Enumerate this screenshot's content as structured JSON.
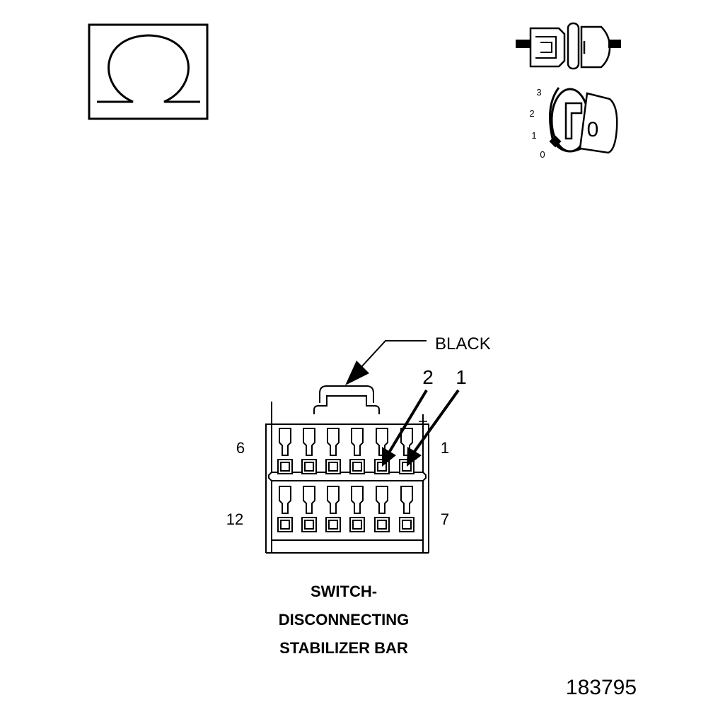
{
  "colors": {
    "ink": "#000000",
    "paper": "#ffffff"
  },
  "icons": {
    "ohmmeter": "ohm-symbol-icon",
    "connector": "disconnect-connector-icon",
    "ignition": "ignition-key-icon"
  },
  "ignition_positions": [
    "0",
    "1",
    "2",
    "3"
  ],
  "key_position": "0",
  "connector": {
    "color_label": "BLACK",
    "pin_callouts": [
      "2",
      "1"
    ],
    "top_row_left": "6",
    "top_row_right": "1",
    "bottom_row_left": "12",
    "bottom_row_right": "7"
  },
  "caption": {
    "line1": "SWITCH-",
    "line2": "DISCONNECTING",
    "line3": "STABILIZER BAR"
  },
  "figure_number": "183795"
}
